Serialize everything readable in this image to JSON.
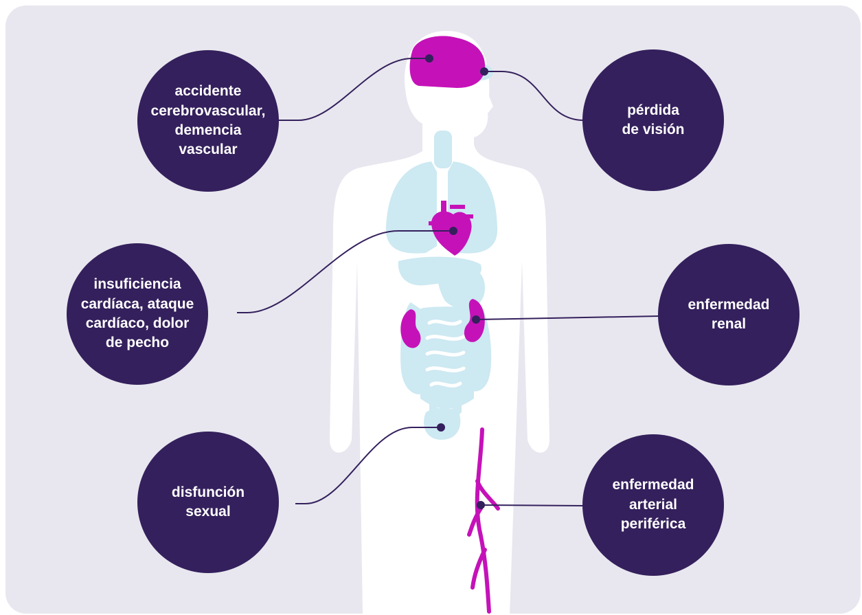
{
  "colors": {
    "background": "#e8e7ef",
    "body": "#ffffff",
    "organ_light": "#cde9f2",
    "organ_highlight": "#c512b8",
    "bubble": "#34205c",
    "line": "#34205c",
    "text": "#ffffff"
  },
  "conditions": {
    "stroke": "accidente\ncerebrovascular,\ndemencia\nvascular",
    "vision": "pérdida\nde visión",
    "heart": "insuficiencia\ncardíaca, ataque\ncardíaco, dolor\nde pecho",
    "kidney": "enfermedad\nrenal",
    "sexual": "disfunción\nsexual",
    "arterial": "enfermedad\narterial\nperiférica"
  },
  "icons": [
    "brain-icon",
    "eye-icon",
    "heart-icon",
    "kidney-icon",
    "bladder-icon",
    "artery-icon",
    "lungs-icon",
    "intestines-icon",
    "liver-icon",
    "stomach-icon"
  ]
}
